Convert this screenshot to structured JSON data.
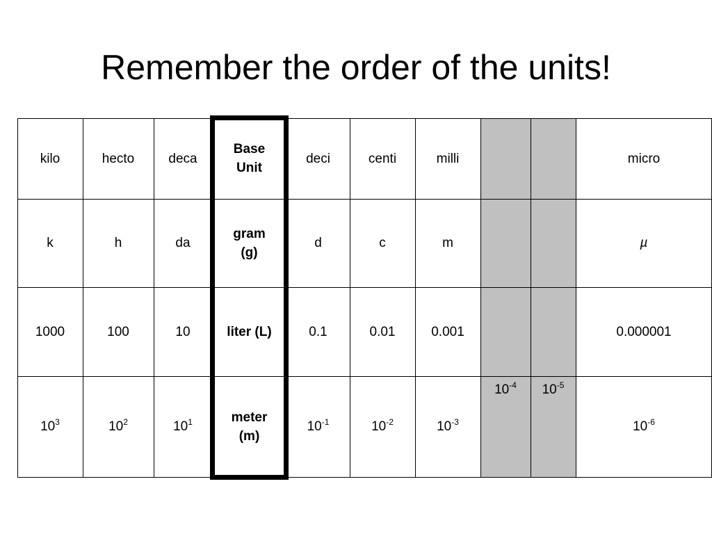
{
  "slide": {
    "title": "Remember the order of the units!"
  },
  "table": {
    "rows": [
      {
        "name": "prefix-row",
        "cells": [
          "kilo",
          "hecto",
          "deca",
          "Base\nUnit",
          "deci",
          "centi",
          "milli",
          "",
          "",
          "micro"
        ]
      },
      {
        "name": "symbol-row",
        "cells": [
          "k",
          "h",
          "da",
          "gram\n(g)",
          "d",
          "c",
          "m",
          "",
          "",
          "µ"
        ]
      },
      {
        "name": "decimal-row",
        "cells": [
          "1000",
          "100",
          "10",
          "liter (L)",
          "0.1",
          "0.01",
          "0.001",
          "",
          "",
          "0.000001"
        ]
      },
      {
        "name": "power-row",
        "cells": [
          {
            "base": "10",
            "exp": "3"
          },
          {
            "base": "10",
            "exp": "2"
          },
          {
            "base": "10",
            "exp": "1"
          },
          "meter\n(m)",
          {
            "base": "10",
            "exp": "-1"
          },
          {
            "base": "10",
            "exp": "-2"
          },
          {
            "base": "10",
            "exp": "-3"
          },
          {
            "base": "10",
            "exp": "-4"
          },
          {
            "base": "10",
            "exp": "-5"
          },
          {
            "base": "10",
            "exp": "-6"
          }
        ]
      }
    ],
    "shaded_columns": [
      7,
      8
    ],
    "shade_color": "#c0c0c0",
    "base_unit_column": 3
  }
}
